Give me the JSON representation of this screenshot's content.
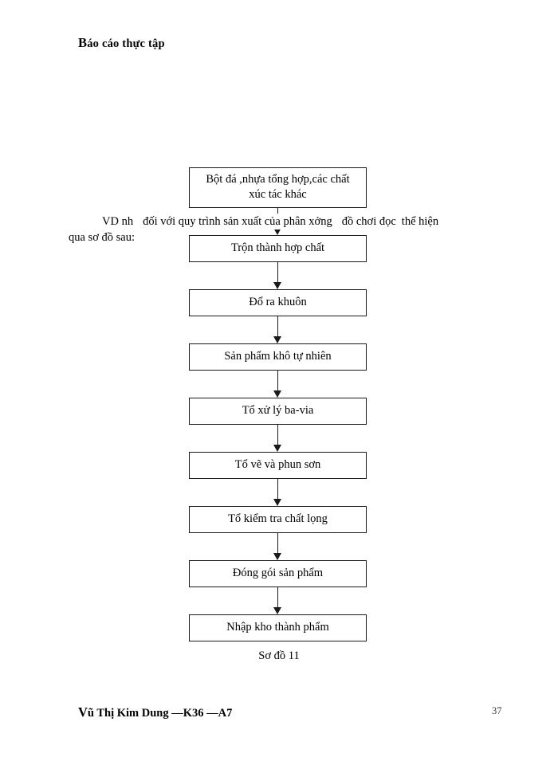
{
  "header": {
    "title_cap": "B",
    "title_rest": "áo cáo thực tập"
  },
  "paragraph": {
    "line1_part1": "VD nh",
    "line1_part2": "đối với quy trình sản xuất của phân xởng",
    "line1_part3": "đồ chơi đọc",
    "line1_part4": "thể hiện",
    "line2": "qua sơ đồ sau:"
  },
  "flowchart": {
    "steps": [
      {
        "line1": "Bột đá ,nhựa tổng hợp,các chất",
        "line2": "xúc tác khác"
      },
      {
        "line1": "Trộn thành hợp chất"
      },
      {
        "line1": "Đổ ra khuôn"
      },
      {
        "line1": "Sản phẩm khô tự nhiên"
      },
      {
        "line1": "Tổ xử lý ba-via"
      },
      {
        "line1": "Tổ vẽ và phun sơn"
      },
      {
        "line1": "Tổ kiểm tra chất lọng"
      },
      {
        "line1": "Đóng gói sản phẩm"
      },
      {
        "line1": "Nhập kho thành phẩm"
      }
    ]
  },
  "caption": "Sơ đồ 11",
  "footer": {
    "author_cap": "V",
    "author_rest": "ũ Thị Kim Dung —K36 —A7",
    "page_number": "37"
  }
}
